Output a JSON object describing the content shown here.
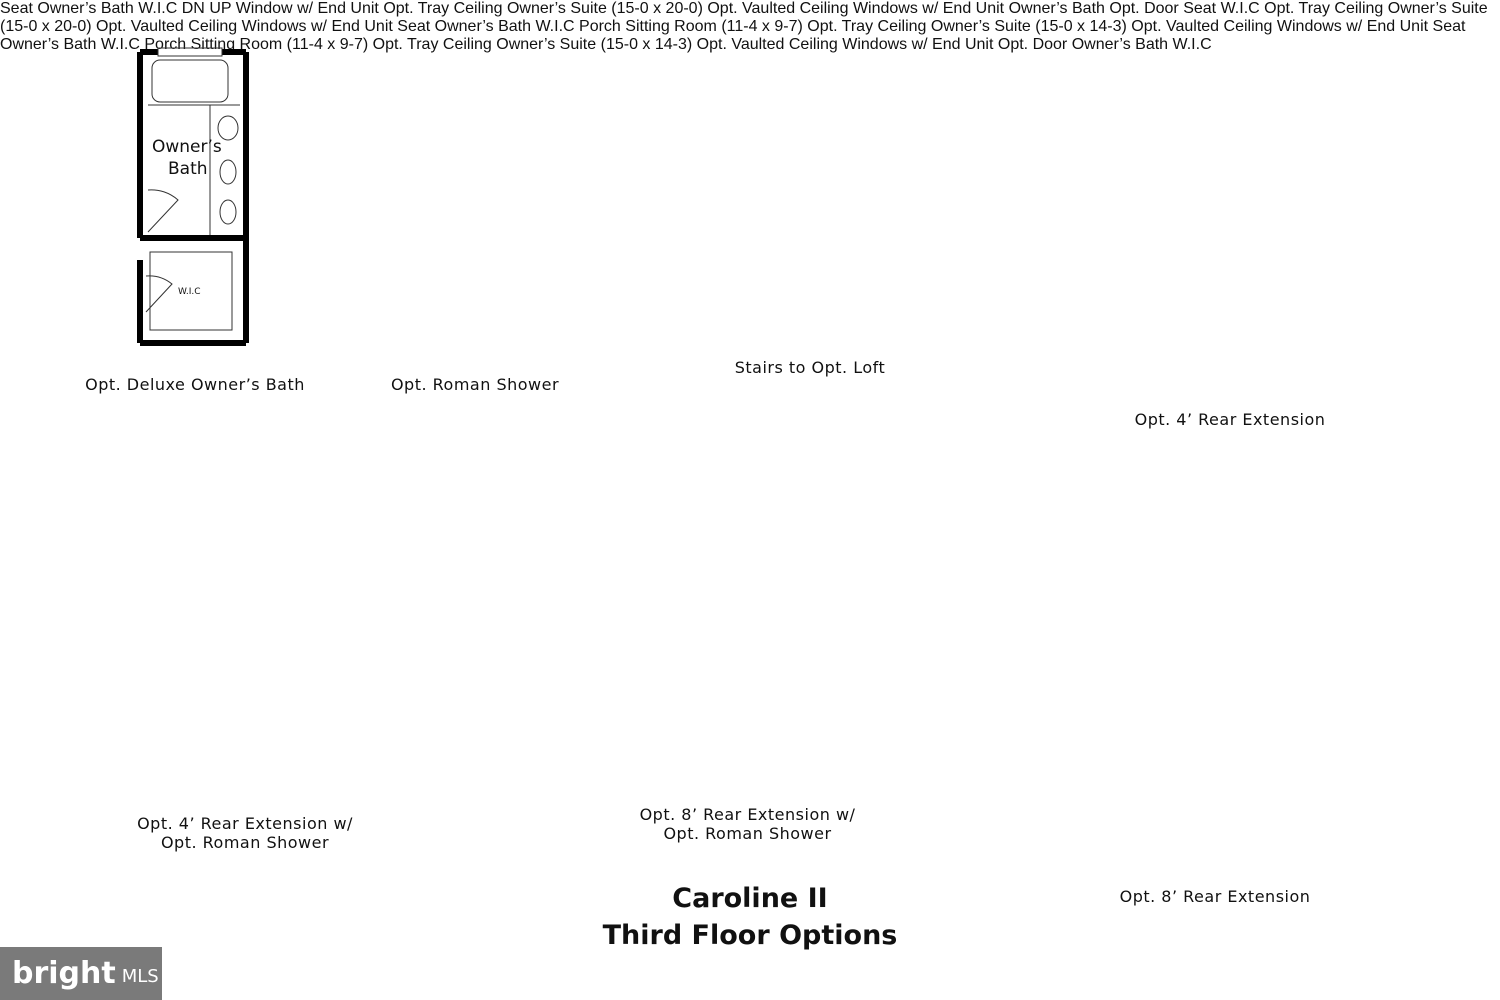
{
  "captions": {
    "deluxe_bath": "Opt. Deluxe Owner’s Bath",
    "roman_shower": "Opt. Roman Shower",
    "stairs_loft": "Stairs to Opt. Loft",
    "rear_ext_4": "Opt. 4’ Rear Extension",
    "rear_ext_4_roman_l1": "Opt. 4’ Rear Extension w/",
    "rear_ext_4_roman_l2": "Opt. Roman Shower",
    "rear_ext_8_roman_l1": "Opt. 8’ Rear Extension w/",
    "rear_ext_8_roman_l2": "Opt. Roman Shower",
    "rear_ext_8": "Opt. 8’ Rear Extension"
  },
  "title": {
    "line1": "Caroline II",
    "line2": "Third Floor Options"
  },
  "labels": {
    "owners": "Owner’s",
    "bath": "Bath",
    "wic": "W.I.C",
    "seat": "Seat",
    "window": "Window",
    "w_end_unit": "w/ End Unit",
    "windows": "Windows",
    "dn": "DN",
    "up": "UP",
    "opt_tray_ceiling": "Opt. Tray Ceiling",
    "owners_suite": "Owner’s Suite",
    "dims_15_20": "(15-0 x 20-0)",
    "dims_15_14": "(15-0 x 14-3)",
    "opt": "Opt.",
    "vaulted": "Vaulted",
    "ceiling": "Ceiling",
    "door": "Door",
    "opt_door_l1": "Opt.",
    "sitting_room": "Sitting Room",
    "dims_11_9": "(11-4 x 9-7)",
    "porch": "Porch"
  },
  "watermark": {
    "brand": "bright",
    "suffix": "MLS"
  }
}
